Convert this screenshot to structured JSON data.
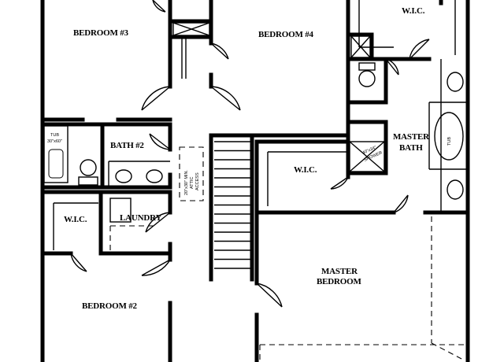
{
  "rooms": {
    "bedroom3": "BEDROOM #3",
    "bedroom4": "BEDROOM #4",
    "wic_top": "W.I.C.",
    "bath2": "BATH #2",
    "master_bath_line1": "MASTER",
    "master_bath_line2": "BATH",
    "wic_middle": "W.I.C.",
    "wic_left": "W.I.C.",
    "laundry": "LAUNDRY",
    "master_bedroom_line1": "MASTER",
    "master_bedroom_line2": "BEDROOM",
    "bedroom2": "BEDROOM #2"
  },
  "fixtures": {
    "tub_left_line1": "TUB",
    "tub_left_line2": "30\"x60\"",
    "shower_line1": "40\"x34\"",
    "shower_line2": "SHOWER",
    "tub_master": "TUB",
    "attic_line1": "20\"x30\" MIN.",
    "attic_line2": "ATTIC",
    "attic_line3": "ACCESS"
  }
}
